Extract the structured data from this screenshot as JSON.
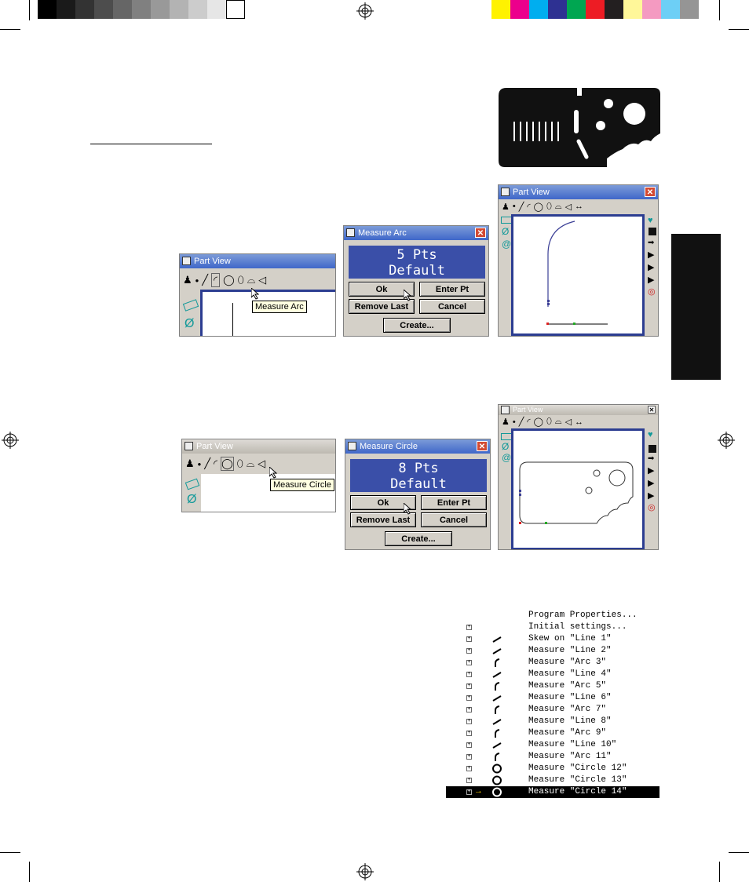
{
  "colors": {
    "gray_swatches": [
      "#000000",
      "#1a1a1a",
      "#333333",
      "#4d4d4d",
      "#666666",
      "#808080",
      "#999999",
      "#b3b3b3",
      "#cccccc",
      "#e6e6e6",
      "#ffffff"
    ],
    "color_swatches": [
      "#fff200",
      "#ec008c",
      "#00aeef",
      "#2e3192",
      "#00a651",
      "#ed1c24",
      "#231f20",
      "#fff799",
      "#f49ac1",
      "#6dcff6",
      "#959595"
    ],
    "lcd": "#3a4fa8",
    "frame": "#2c3d91"
  },
  "windows": {
    "part_view_arc": {
      "title": "Part View",
      "tooltip": "Measure Arc"
    },
    "measure_arc": {
      "title": "Measure Arc",
      "pts": "5 Pts",
      "mode": "Default",
      "ok": "Ok",
      "enter_pt": "Enter Pt",
      "remove_last": "Remove Last",
      "cancel": "Cancel",
      "create": "Create..."
    },
    "part_view_arc_result": {
      "title": "Part View"
    },
    "part_view_circle": {
      "title": "Part View",
      "tooltip": "Measure Circle"
    },
    "measure_circle": {
      "title": "Measure Circle",
      "pts": "8 Pts",
      "mode": "Default",
      "ok": "Ok",
      "enter_pt": "Enter Pt",
      "remove_last": "Remove Last",
      "cancel": "Cancel",
      "create": "Create..."
    },
    "part_view_circle_result": {
      "title": "Part View"
    }
  },
  "program_tree": [
    {
      "label": "Program Properties...",
      "icon": "none",
      "plus": false
    },
    {
      "label": "Initial settings...",
      "icon": "none",
      "plus": true
    },
    {
      "label": "Skew on \"Line 1\"",
      "icon": "line-icon",
      "plus": true
    },
    {
      "label": "Measure \"Line 2\"",
      "icon": "line-icon",
      "plus": true
    },
    {
      "label": "Measure \"Arc 3\"",
      "icon": "arc-icon",
      "plus": true
    },
    {
      "label": "Measure \"Line 4\"",
      "icon": "line-icon",
      "plus": true
    },
    {
      "label": "Measure \"Arc 5\"",
      "icon": "arc-icon",
      "plus": true
    },
    {
      "label": "Measure \"Line 6\"",
      "icon": "line-icon",
      "plus": true
    },
    {
      "label": "Measure \"Arc 7\"",
      "icon": "arc-icon",
      "plus": true
    },
    {
      "label": "Measure \"Line 8\"",
      "icon": "line-icon",
      "plus": true
    },
    {
      "label": "Measure \"Arc 9\"",
      "icon": "arc-icon",
      "plus": true
    },
    {
      "label": "Measure \"Line 10\"",
      "icon": "line-icon",
      "plus": true
    },
    {
      "label": "Measure \"Arc 11\"",
      "icon": "arc-icon",
      "plus": true
    },
    {
      "label": "Measure \"Circle 12\"",
      "icon": "circle-icon",
      "plus": true
    },
    {
      "label": "Measure \"Circle 13\"",
      "icon": "circle-icon",
      "plus": true
    },
    {
      "label": "Measure \"Circle 14\"",
      "icon": "circle-icon",
      "plus": true,
      "selected": true
    }
  ]
}
